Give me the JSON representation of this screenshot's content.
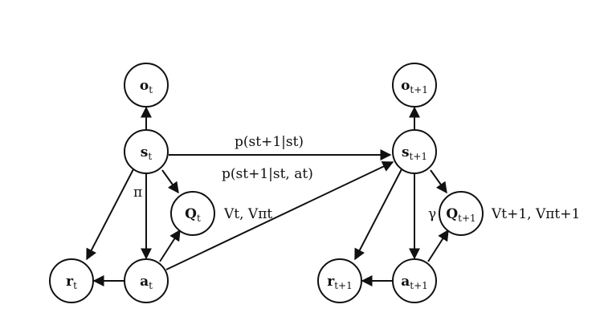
{
  "diagram": {
    "nodes": {
      "o_t": {
        "main": "o",
        "sub": "t"
      },
      "s_t": {
        "main": "s",
        "sub": "t"
      },
      "q_t": {
        "main": "Q",
        "sub": "t"
      },
      "r_t": {
        "main": "r",
        "sub": "t"
      },
      "a_t": {
        "main": "a",
        "sub": "t"
      },
      "o_t1": {
        "main": "o",
        "sub": "t+1"
      },
      "s_t1": {
        "main": "s",
        "sub": "t+1"
      },
      "q_t1": {
        "main": "Q",
        "sub": "t+1"
      },
      "r_t1": {
        "main": "r",
        "sub": "t+1"
      },
      "a_t1": {
        "main": "a",
        "sub": "t+1"
      }
    },
    "labels": {
      "transition": "p(st+1|st)",
      "transition_action": "p(st+1|st, at)",
      "policy": "π",
      "discount": "γ",
      "values_t": "Vt, Vπt",
      "values_t1": "Vt+1, Vπt+1"
    },
    "colors": {
      "stroke": "#111111",
      "node_fill": "#ffffff"
    }
  }
}
